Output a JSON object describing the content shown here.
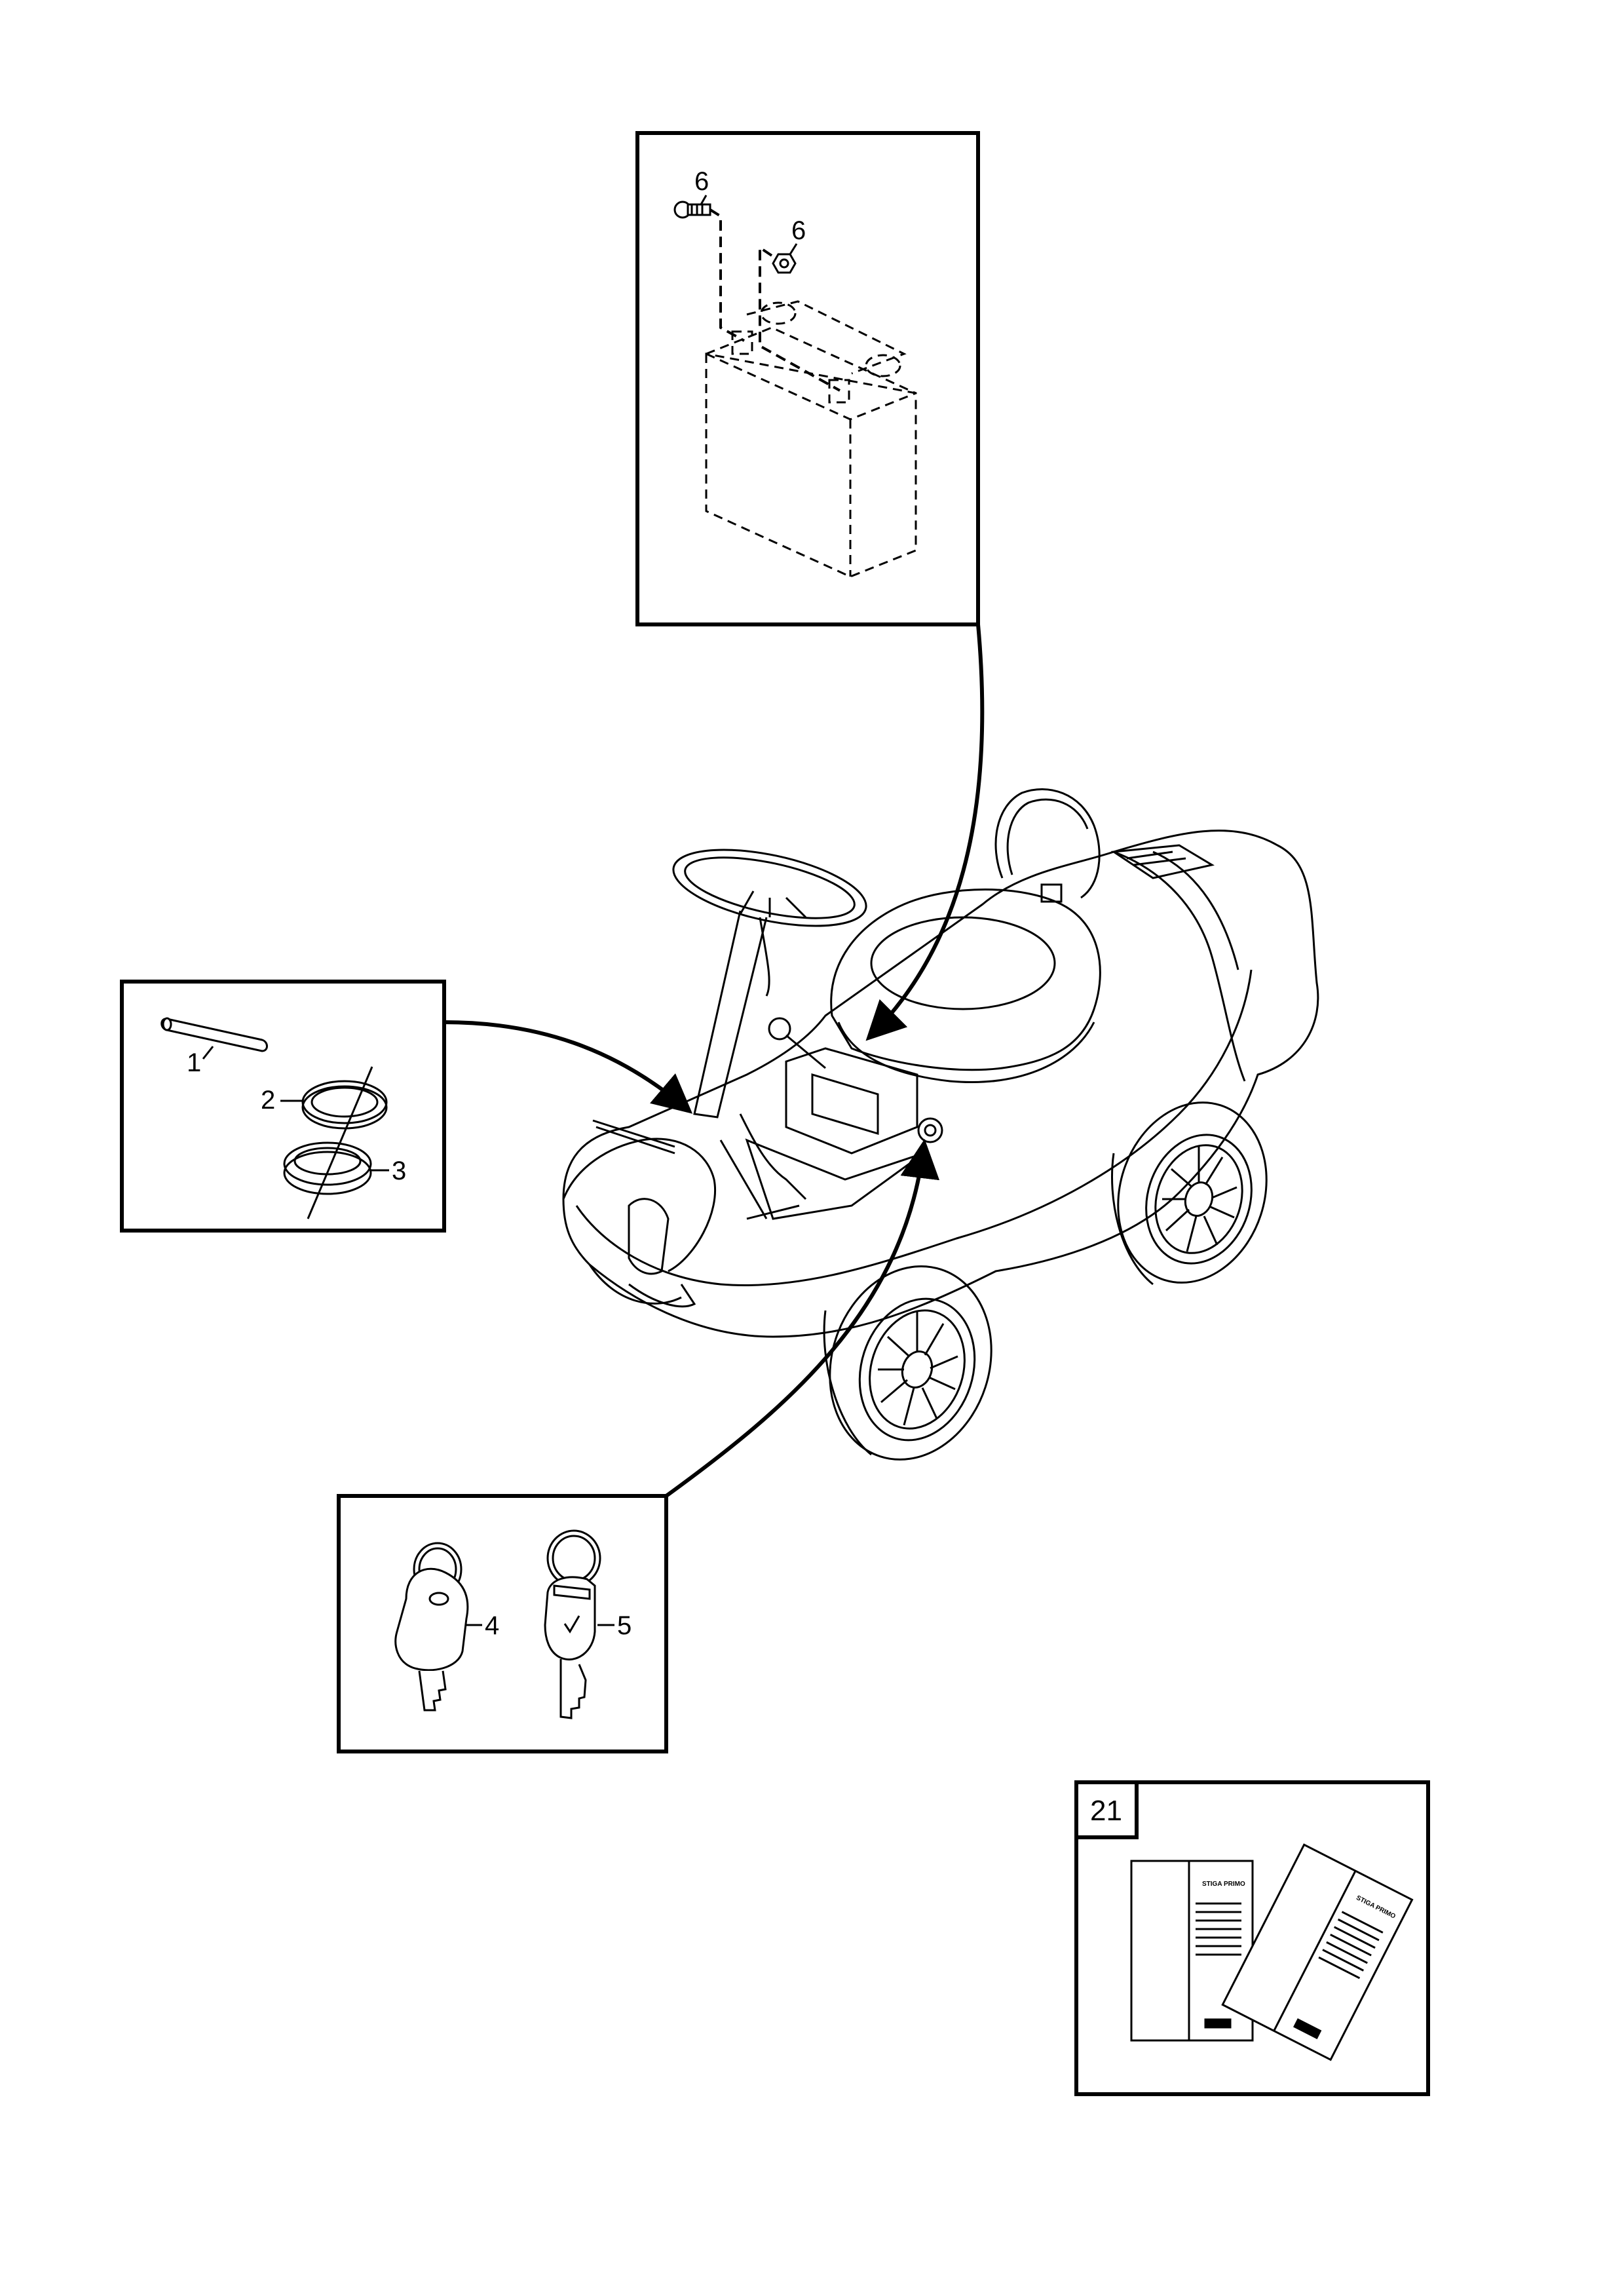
{
  "callouts": {
    "c1": "1",
    "c2": "2",
    "c3": "3",
    "c4": "4",
    "c5": "5",
    "c6a": "6",
    "c6b": "6"
  },
  "page_number": "21",
  "manuals": {
    "manual_front_title": "STIGA PRIMO",
    "manual_back_title": "STIGA PRIMO"
  }
}
